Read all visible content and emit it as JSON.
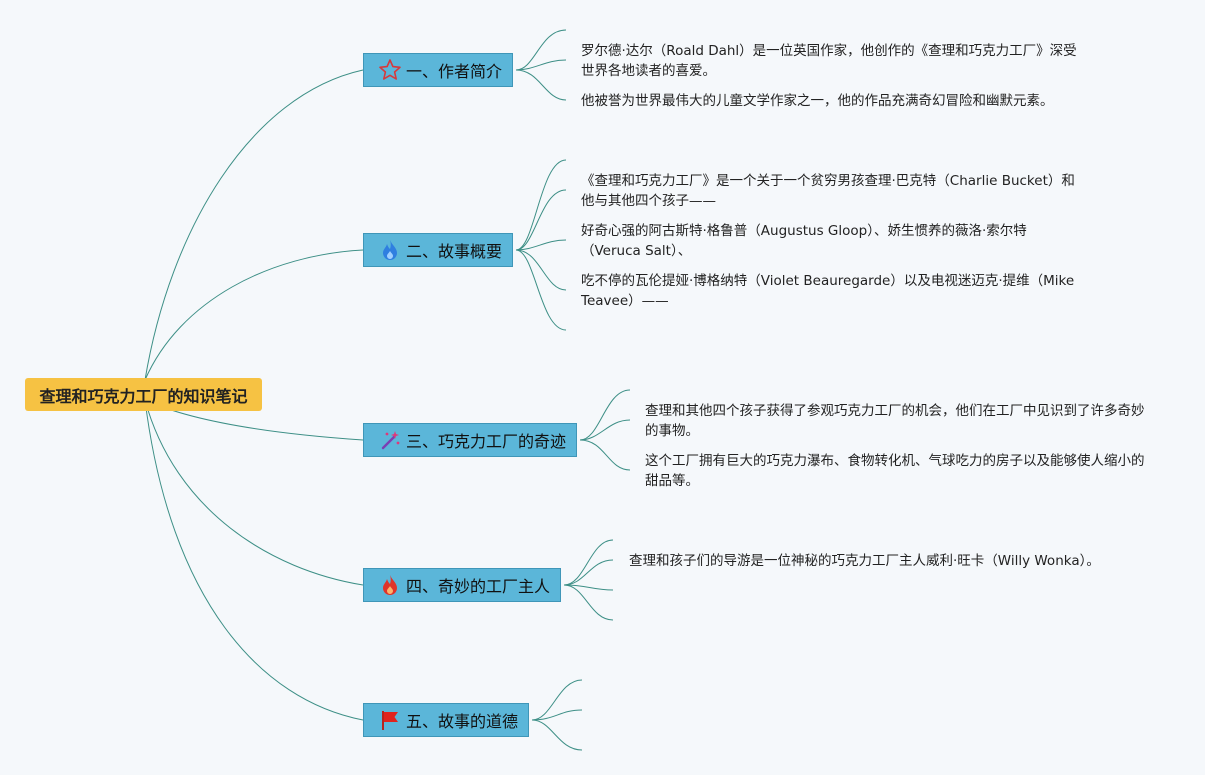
{
  "root": {
    "label": "查理和巧克力工厂的知识笔记"
  },
  "branches": [
    {
      "label": "一、作者简介",
      "icon": "star-icon",
      "notes": [
        "罗尔德·达尔（Roald Dahl）是一位英国作家，他创作的《查理和巧克力工厂》深受世界各地读者的喜爱。",
        "他被誉为世界最伟大的儿童文学作家之一，他的作品充满奇幻冒险和幽默元素。"
      ]
    },
    {
      "label": "二、故事概要",
      "icon": "blue-flame-icon",
      "notes": [
        "《查理和巧克力工厂》是一个关于一个贫穷男孩查理·巴克特（Charlie Bucket）和他与其他四个孩子——",
        "好奇心强的阿古斯特·格鲁普（Augustus Gloop）、娇生惯养的薇洛·索尔特（Veruca Salt）、",
        "吃不停的瓦伦提娅·博格纳特（Violet Beauregarde）以及电视迷迈克·提维（Mike Teavee）——"
      ]
    },
    {
      "label": "三、巧克力工厂的奇迹",
      "icon": "magic-wand-icon",
      "notes": [
        "查理和其他四个孩子获得了参观巧克力工厂的机会，他们在工厂中见识到了许多奇妙的事物。",
        "这个工厂拥有巨大的巧克力瀑布、食物转化机、气球吃力的房子以及能够使人缩小的甜品等。"
      ]
    },
    {
      "label": "四、奇妙的工厂主人",
      "icon": "red-flame-icon",
      "notes": [
        "查理和孩子们的导游是一位神秘的巧克力工厂主人威利·旺卡（Willy Wonka）。"
      ]
    },
    {
      "label": "五、故事的道德",
      "icon": "red-flag-icon",
      "notes": []
    }
  ]
}
